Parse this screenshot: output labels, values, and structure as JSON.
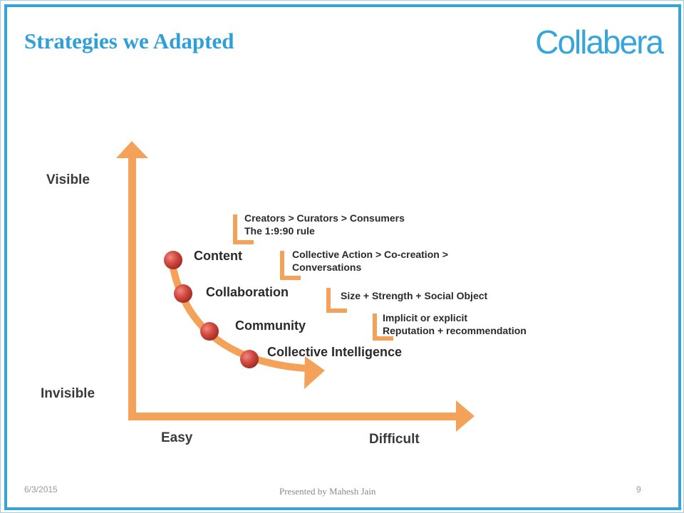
{
  "slide": {
    "title": "Strategies we Adapted",
    "brand": "Collabera",
    "date": "6/3/2015",
    "presenter": "Presented by Mahesh Jain",
    "page_number": "9"
  },
  "diagram": {
    "y_axis": {
      "top_label": "Visible",
      "bottom_label": "Invisible"
    },
    "x_axis": {
      "left_label": "Easy",
      "right_label": "Difficult"
    },
    "stages": [
      "Content",
      "Collaboration",
      "Community",
      "Collective Intelligence"
    ],
    "notes": [
      [
        "Creators > Curators > Consumers",
        "The 1:9:90 rule"
      ],
      [
        "Collective Action > Co-creation >",
        "Conversations"
      ],
      [
        "Size + Strength + Social Object"
      ],
      [
        "Implicit or explicit",
        "Reputation + recommendation"
      ]
    ],
    "colors": {
      "arrow": "#f4a25a",
      "node": "#c9413a",
      "brand": "#35a6db",
      "border": "#3aa3d5"
    }
  }
}
